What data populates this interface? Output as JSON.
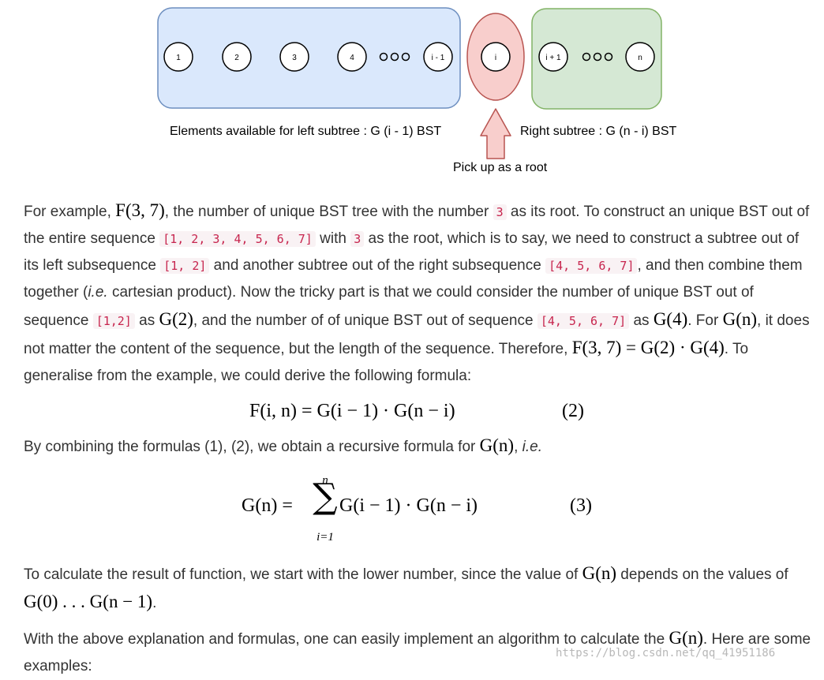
{
  "diagram": {
    "left_nodes": [
      "1",
      "2",
      "3",
      "4",
      "i - 1"
    ],
    "root_node": "i",
    "right_nodes": [
      "i + 1",
      "n"
    ],
    "ellipsis_glyph": "ooo",
    "left_caption": "Elements available for left subtree : G (i - 1) BST",
    "right_caption": "Right subtree : G (n - i) BST",
    "root_caption": "Pick up as a root",
    "colors": {
      "left_box_fill": "#dae8fc",
      "left_box_stroke": "#6c8ebf",
      "right_box_fill": "#d5e8d4",
      "right_box_stroke": "#82b366",
      "root_fill": "#f8cecc",
      "root_stroke": "#b85450"
    }
  },
  "p1": {
    "t1": "For example, ",
    "m1": "F(3, 7)",
    "t2": ", the number of unique BST tree with the number ",
    "c1": "3",
    "t3": " as its root. To construct an unique BST out of the entire sequence ",
    "c2": "[1, 2, 3, 4, 5, 6, 7]",
    "t4": " with ",
    "c3": "3",
    "t5": " as the root, which is to say, we need to construct a subtree out of its left subsequence ",
    "c4": "[1, 2]",
    "t6": " and another subtree out of the right subsequence ",
    "c5": "[4, 5, 6, 7]",
    "t7": ", and then combine them together (",
    "e1": "i.e.",
    "t8": " cartesian product). Now the tricky part is that we could consider the number of unique BST out of sequence ",
    "c6": "[1,2]",
    "t9": " as ",
    "m2": "G(2)",
    "t10": ", and the number of of unique BST out of sequence ",
    "c7": "[4, 5, 6, 7]",
    "t11": " as ",
    "m3": "G(4)",
    "t12": ". For ",
    "m4": "G(n)",
    "t13": ", it does not matter the content of the sequence, but the length of the sequence. Therefore, ",
    "m5": "F(3, 7) = G(2) · G(4)",
    "t14": ". To generalise from the example, we could derive the following formula:"
  },
  "eq2": {
    "formula": "F(i, n) = G(i − 1) · G(n − i)",
    "number": "(2)"
  },
  "p2": {
    "t1": "By combining the formulas (1), (2), we obtain a recursive formula for ",
    "m1": "G(n)",
    "t2": ", ",
    "e1": "i.e."
  },
  "eq3": {
    "lhs": "G(n) =",
    "sum": "∑",
    "upper": "n",
    "lower": "i=1",
    "rhs": "G(i − 1) · G(n − i)",
    "number": "(3)"
  },
  "p3": {
    "t1": "To calculate the result of function, we start with the lower number, since the value of ",
    "m1": "G(n)",
    "t2": " depends on the values of ",
    "m2": "G(0) . . . G(n − 1)",
    "t3": "."
  },
  "p4": {
    "t1": "With the above explanation and formulas, one can easily implement an algorithm to calculate the ",
    "m1": "G(n)",
    "t2": ". Here are some examples:"
  },
  "watermark": "https://blog.csdn.net/qq_41951186"
}
